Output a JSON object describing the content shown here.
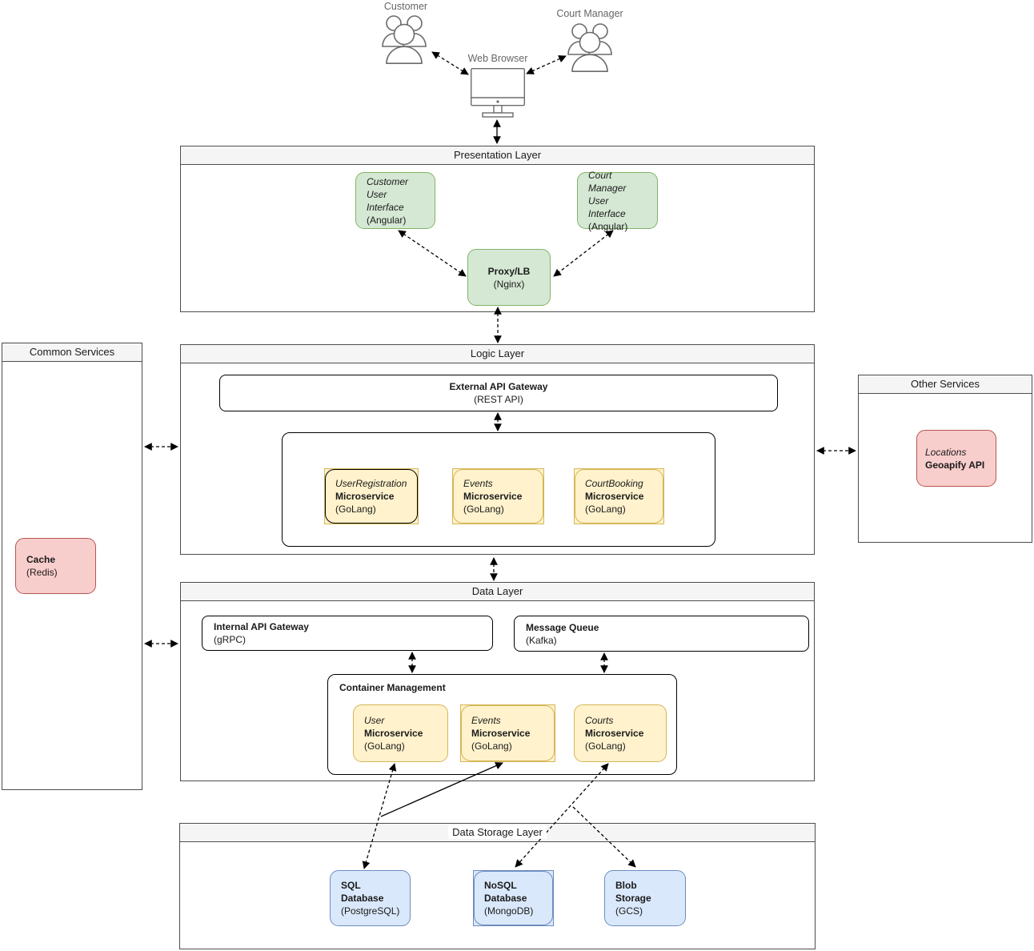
{
  "actors": {
    "customer": {
      "label": "Customer"
    },
    "court_manager": {
      "label": "Court Manager"
    },
    "web_browser": {
      "label": "Web Browser"
    }
  },
  "layers": {
    "presentation": {
      "title": "Presentation Layer",
      "customer_ui": {
        "name_lines": [
          "Customer User",
          "Interface"
        ],
        "tech": "(Angular)"
      },
      "court_manager_ui": {
        "name_lines": [
          "Court Manager User",
          "Interface"
        ],
        "tech": "(Angular)"
      },
      "proxy": {
        "title": "Proxy/LB",
        "tech": "(Nginx)"
      }
    },
    "logic": {
      "title": "Logic Layer",
      "external_api_gateway": {
        "title": "External API Gateway",
        "tech": "(REST API)"
      },
      "microservices": [
        {
          "name": "UserRegistration",
          "role": "Microservice",
          "tech": "(GoLang)"
        },
        {
          "name": "Events",
          "role": "Microservice",
          "tech": "(GoLang)"
        },
        {
          "name": "CourtBooking",
          "role": "Microservice",
          "tech": "(GoLang)"
        }
      ]
    },
    "data": {
      "title": "Data Layer",
      "internal_api_gateway": {
        "title": "Internal API Gateway",
        "tech": "(gRPC)"
      },
      "message_queue": {
        "title": "Message Queue",
        "tech": "(Kafka)"
      },
      "container_management": {
        "title": "Container Management"
      },
      "microservices": [
        {
          "name": "User",
          "role": "Microservice",
          "tech": "(GoLang)"
        },
        {
          "name": "Events",
          "role": "Microservice",
          "tech": "(GoLang)"
        },
        {
          "name": "Courts",
          "role": "Microservice",
          "tech": "(GoLang)"
        }
      ]
    },
    "data_storage": {
      "title": "Data Storage Layer",
      "stores": [
        {
          "title": "SQL Database",
          "tech": "(PostgreSQL)"
        },
        {
          "title": "NoSQL Database",
          "tech": "(MongoDB)"
        },
        {
          "title": "Blob Storage",
          "tech": "(GCS)"
        }
      ]
    },
    "common_services": {
      "title": "Common Services",
      "cache": {
        "title": "Cache",
        "tech": "(Redis)"
      }
    },
    "other_services": {
      "title": "Other Services",
      "geoapify": {
        "name": "Locations",
        "title": "Geoapify API"
      }
    }
  },
  "colors": {
    "green_fill": "#d5e8d4",
    "green_border": "#82b366",
    "yellow_fill": "#fff2cc",
    "yellow_border": "#d6b656",
    "red_fill": "#f8cecc",
    "red_border": "#b85450",
    "blue_fill": "#dae8fc",
    "blue_border": "#6c8ebf",
    "header_fill": "#f5f5f5",
    "line_color": "#000000",
    "icon_color": "#6b6b6b"
  }
}
